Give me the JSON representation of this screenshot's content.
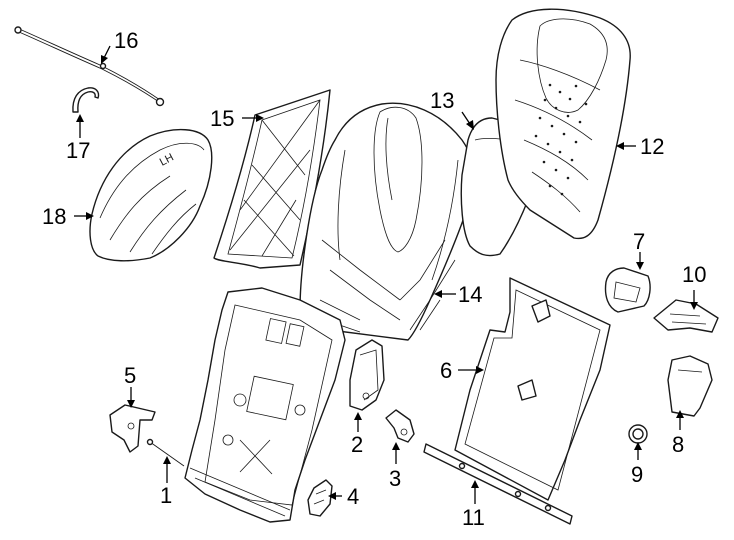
{
  "diagram": {
    "callouts": [
      {
        "id": "c1",
        "label": "1"
      },
      {
        "id": "c2",
        "label": "2"
      },
      {
        "id": "c3",
        "label": "3"
      },
      {
        "id": "c4",
        "label": "4"
      },
      {
        "id": "c5",
        "label": "5"
      },
      {
        "id": "c6",
        "label": "6"
      },
      {
        "id": "c7",
        "label": "7"
      },
      {
        "id": "c8",
        "label": "8"
      },
      {
        "id": "c9",
        "label": "9"
      },
      {
        "id": "c10",
        "label": "10"
      },
      {
        "id": "c11",
        "label": "11"
      },
      {
        "id": "c12",
        "label": "12"
      },
      {
        "id": "c13",
        "label": "13"
      },
      {
        "id": "c14",
        "label": "14"
      },
      {
        "id": "c15",
        "label": "15"
      },
      {
        "id": "c16",
        "label": "16"
      },
      {
        "id": "c17",
        "label": "17"
      },
      {
        "id": "c18",
        "label": "18"
      }
    ],
    "part_label_1": "LH",
    "colors": {
      "line": "#1a1a1a",
      "background": "#ffffff"
    }
  }
}
